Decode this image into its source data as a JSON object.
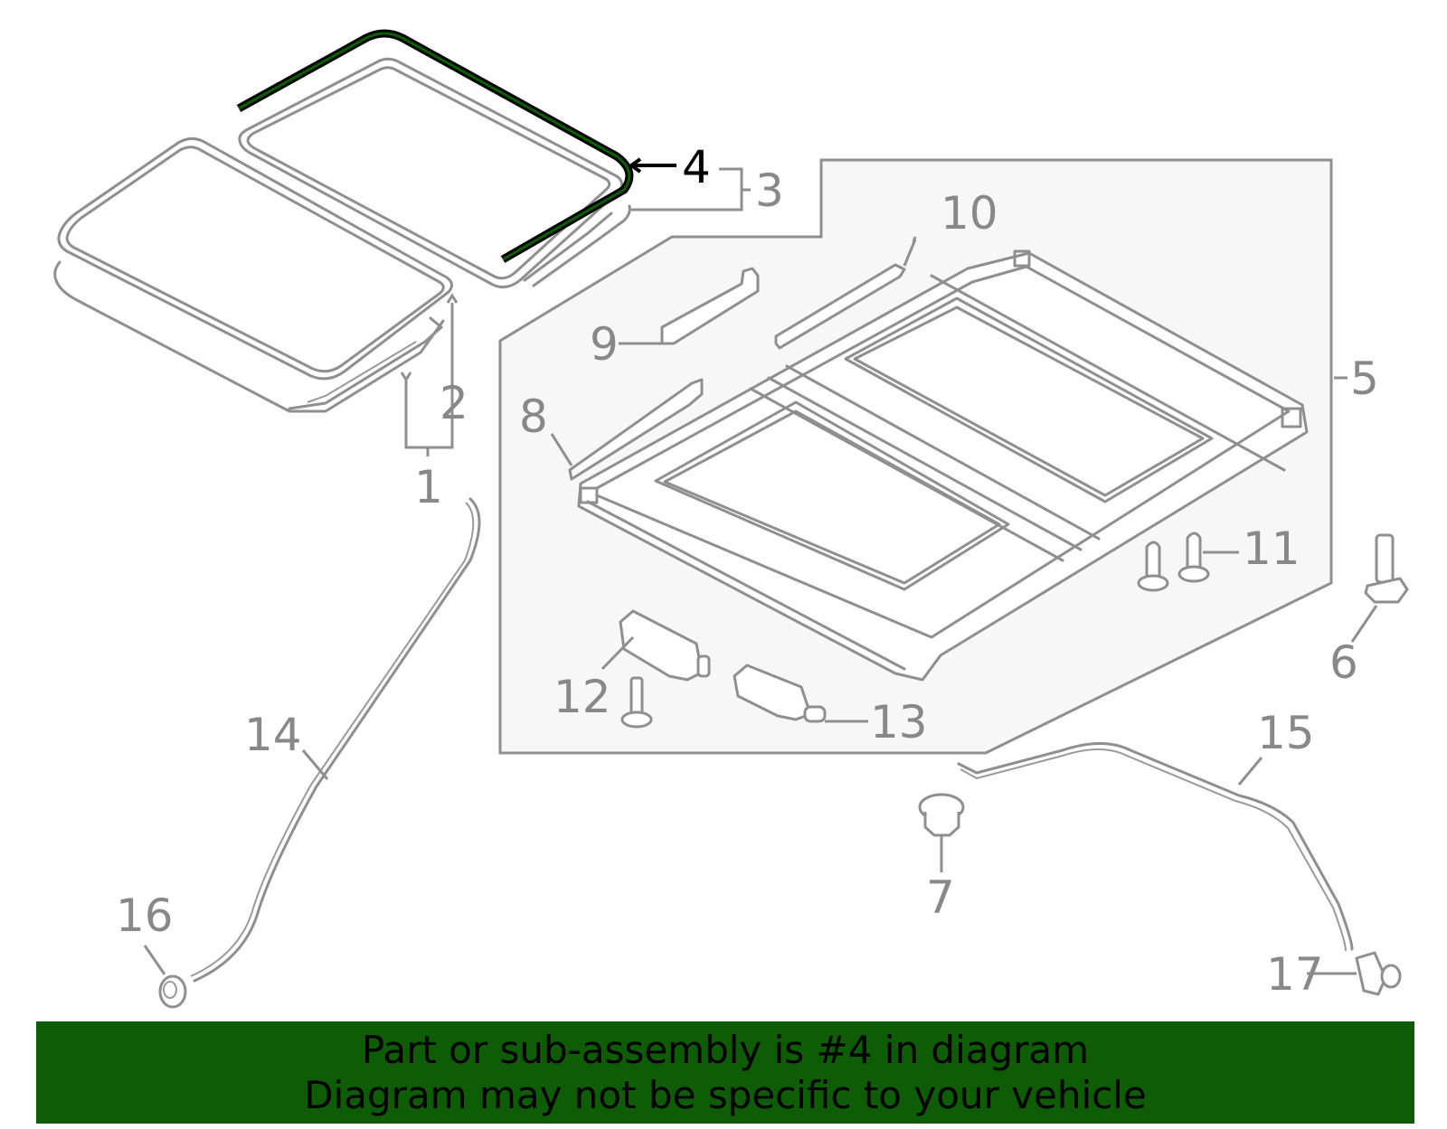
{
  "callouts": {
    "c1": "1",
    "c2": "2",
    "c3": "3",
    "c4": "4",
    "c5": "5",
    "c6": "6",
    "c7": "7",
    "c8": "8",
    "c9": "9",
    "c10": "10",
    "c11": "11",
    "c12": "12",
    "c13": "13",
    "c14": "14",
    "c15": "15",
    "c16": "16",
    "c17": "17"
  },
  "highlighted_part": "4",
  "banner": {
    "line1": "Part or sub-assembly is #4 in diagram",
    "line2": "Diagram may not be specific to your vehicle"
  },
  "colors": {
    "banner_background": "#0e5c05",
    "part_stroke": "#8f8f8f",
    "highlight_stroke": "#000000",
    "assembly_box_fill": "#f7f7f7"
  }
}
